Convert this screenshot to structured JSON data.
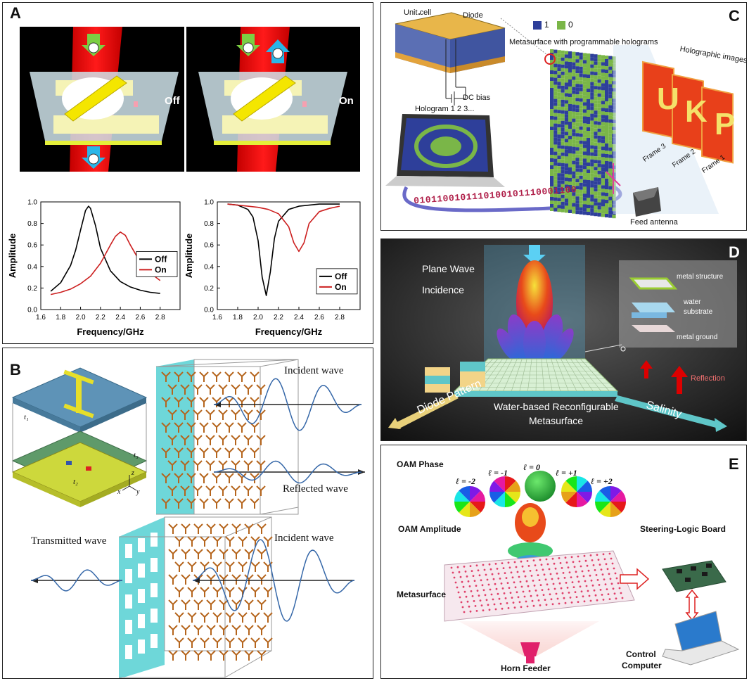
{
  "panels": {
    "a": {
      "label": "A",
      "off_label": "Off",
      "on_label": "On"
    },
    "b": {
      "label": "B",
      "incident_wave_1": "Incident wave",
      "reflected_wave": "Reflected wave",
      "transmitted_wave": "Transmitted wave",
      "incident_wave_2": "Incident wave",
      "t1": "t₁",
      "t2": "t₂",
      "t3": "t₃",
      "ax_x": "x",
      "ax_y": "y",
      "ax_z": "z"
    },
    "c": {
      "label": "C",
      "unit_cell": "Unit cell",
      "diode": "Diode",
      "legend_1": "1",
      "legend_0": "0",
      "metasurface": "Metasurface with programmable holograms",
      "dc_bias": "DC bias",
      "hologram": "Hologram 1 2 3...",
      "holographic_images": "Holographic images",
      "frame3": "Frame 3",
      "frame2": "Frame 2",
      "frame1": "Frame 1",
      "feed_antenna": "Feed antenna",
      "bitstring": "0101100101110100101110001100",
      "letters": [
        "U",
        "K",
        "P"
      ],
      "color_1": "#2e3f9a",
      "color_0": "#7ab648"
    },
    "d": {
      "label": "D",
      "plane_wave": "Plane Wave",
      "incidence": "Incidence",
      "metal_structure": "metal structure",
      "water_substrate_1": "water",
      "water_substrate_2": "substrate",
      "metal_ground": "metal ground",
      "reflection": "Reflection",
      "diode_pattern": "Diode Pattern",
      "salinity": "Salinity",
      "caption_1": "Water-based Reconfigurable",
      "caption_2": "Metasurface"
    },
    "e": {
      "label": "E",
      "oam_phase": "OAM Phase",
      "oam_amplitude": "OAM Amplitude",
      "metasurface": "Metasurface",
      "horn_feeder": "Horn Feeder",
      "steering_logic": "Steering-Logic Board",
      "control_1": "Control",
      "control_2": "Computer",
      "modes": [
        "ℓ = -2",
        "ℓ = -1",
        "ℓ = 0",
        "ℓ = +1",
        "ℓ = +2"
      ]
    }
  },
  "chart_data": [
    {
      "type": "line",
      "title": "",
      "xlabel": "Frequency/GHz",
      "ylabel": "Amplitude",
      "xlim": [
        1.6,
        3.0
      ],
      "ylim": [
        0.0,
        1.0
      ],
      "xticks": [
        "1.6",
        "1.8",
        "2.0",
        "2.2",
        "2.4",
        "2.6",
        "2.8"
      ],
      "yticks": [
        "0.0",
        "0.2",
        "0.4",
        "0.6",
        "0.8",
        "1.0"
      ],
      "legend": "right",
      "series": [
        {
          "name": "Off",
          "color": "#000000",
          "x": [
            1.7,
            1.8,
            1.9,
            1.95,
            2.0,
            2.05,
            2.08,
            2.1,
            2.15,
            2.2,
            2.3,
            2.4,
            2.5,
            2.6,
            2.7,
            2.8
          ],
          "y": [
            0.17,
            0.25,
            0.41,
            0.55,
            0.74,
            0.92,
            0.96,
            0.94,
            0.78,
            0.57,
            0.36,
            0.26,
            0.21,
            0.18,
            0.16,
            0.15
          ]
        },
        {
          "name": "On",
          "color": "#cc1f1f",
          "x": [
            1.7,
            1.8,
            1.9,
            2.0,
            2.1,
            2.2,
            2.3,
            2.35,
            2.4,
            2.45,
            2.5,
            2.6,
            2.7,
            2.8
          ],
          "y": [
            0.14,
            0.16,
            0.19,
            0.24,
            0.31,
            0.43,
            0.6,
            0.68,
            0.72,
            0.69,
            0.6,
            0.44,
            0.34,
            0.27
          ]
        }
      ]
    },
    {
      "type": "line",
      "title": "",
      "xlabel": "Frequency/GHz",
      "ylabel": "Amplitude",
      "xlim": [
        1.6,
        3.0
      ],
      "ylim": [
        0.0,
        1.0
      ],
      "xticks": [
        "1.6",
        "1.8",
        "2.0",
        "2.2",
        "2.4",
        "2.6",
        "2.8"
      ],
      "yticks": [
        "0.0",
        "0.2",
        "0.4",
        "0.6",
        "0.8",
        "1.0"
      ],
      "legend": "bottom-right",
      "series": [
        {
          "name": "Off",
          "color": "#000000",
          "x": [
            1.7,
            1.8,
            1.9,
            1.95,
            2.0,
            2.04,
            2.08,
            2.12,
            2.16,
            2.2,
            2.3,
            2.4,
            2.5,
            2.6,
            2.7,
            2.8
          ],
          "y": [
            0.98,
            0.97,
            0.93,
            0.86,
            0.64,
            0.3,
            0.13,
            0.35,
            0.66,
            0.82,
            0.93,
            0.96,
            0.97,
            0.98,
            0.98,
            0.98
          ]
        },
        {
          "name": "On",
          "color": "#cc1f1f",
          "x": [
            1.7,
            1.8,
            1.9,
            2.0,
            2.1,
            2.2,
            2.3,
            2.35,
            2.4,
            2.45,
            2.5,
            2.6,
            2.7,
            2.8
          ],
          "y": [
            0.98,
            0.97,
            0.96,
            0.95,
            0.93,
            0.89,
            0.77,
            0.62,
            0.54,
            0.62,
            0.8,
            0.91,
            0.94,
            0.96
          ]
        }
      ]
    }
  ]
}
